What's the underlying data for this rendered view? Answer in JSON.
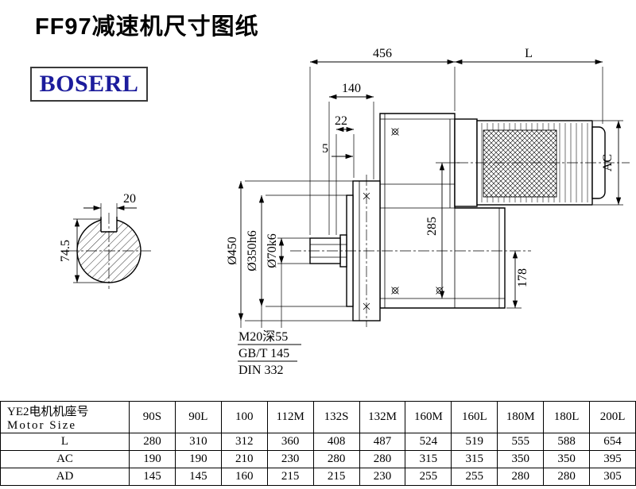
{
  "page": {
    "title": "FF97减速机尺寸图纸",
    "logo": "BOSERL",
    "colors": {
      "line": "#000000",
      "logo_text": "#1c1c9c",
      "logo_border": "#3a3a3a"
    }
  },
  "drawing": {
    "dim_456": "456",
    "dim_L": "L",
    "dim_140": "140",
    "dim_22": "22",
    "dim_5": "5",
    "dim_AC": "AC",
    "dim_285": "285",
    "dim_178": "178",
    "dia_450": "Ø450",
    "dia_350": "Ø350h6",
    "dia_70": "Ø70k6",
    "dim_20": "20",
    "dim_74_5": "74.5",
    "note_tap": "M20深55",
    "note_gbt": "GB/T 145",
    "note_din": "DIN 332"
  },
  "table": {
    "header_cn": "YE2电机机座号",
    "header_en": "Motor Size",
    "columns": [
      "90S",
      "90L",
      "100",
      "112M",
      "132S",
      "132M",
      "160M",
      "160L",
      "180M",
      "180L",
      "200L"
    ],
    "rows": [
      {
        "label": "L",
        "values": [
          "280",
          "310",
          "312",
          "360",
          "408",
          "487",
          "524",
          "519",
          "555",
          "588",
          "654"
        ]
      },
      {
        "label": "AC",
        "values": [
          "190",
          "190",
          "210",
          "230",
          "280",
          "280",
          "315",
          "315",
          "350",
          "350",
          "395"
        ]
      },
      {
        "label": "AD",
        "values": [
          "145",
          "145",
          "160",
          "215",
          "215",
          "230",
          "255",
          "255",
          "280",
          "280",
          "305"
        ]
      }
    ]
  }
}
